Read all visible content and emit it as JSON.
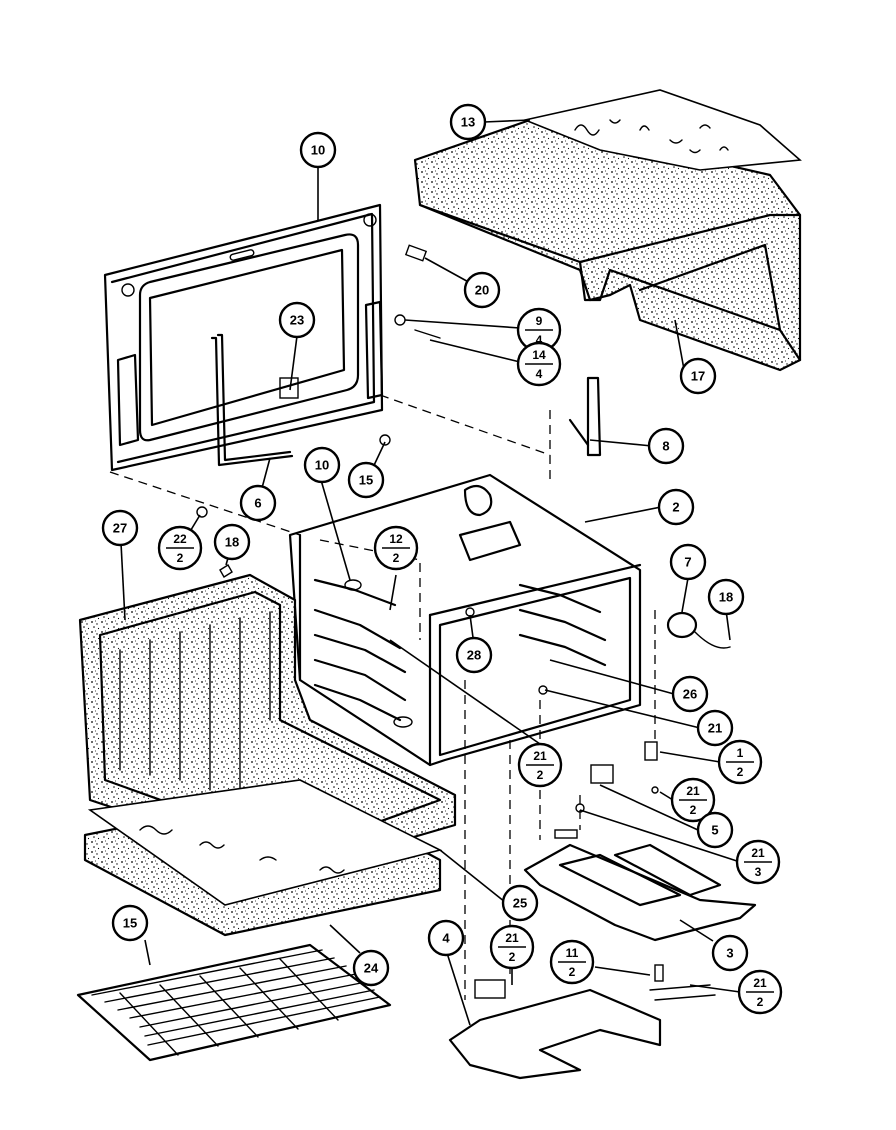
{
  "callouts": [
    {
      "id": "c13",
      "top": "13"
    },
    {
      "id": "c10a",
      "top": "10"
    },
    {
      "id": "c20",
      "top": "20"
    },
    {
      "id": "c23a",
      "top": "23"
    },
    {
      "id": "c9",
      "top": "9",
      "bottom": "4"
    },
    {
      "id": "c14",
      "top": "14",
      "bottom": "4"
    },
    {
      "id": "c17",
      "top": "17"
    },
    {
      "id": "c8",
      "top": "8"
    },
    {
      "id": "c15a",
      "top": "15"
    },
    {
      "id": "c6",
      "top": "6"
    },
    {
      "id": "c2",
      "top": "2"
    },
    {
      "id": "c27",
      "top": "27"
    },
    {
      "id": "c22",
      "top": "22",
      "bottom": "2"
    },
    {
      "id": "c18a",
      "top": "18"
    },
    {
      "id": "c10b",
      "top": "10"
    },
    {
      "id": "c12",
      "top": "12",
      "bottom": "2"
    },
    {
      "id": "c7",
      "top": "7"
    },
    {
      "id": "c18b",
      "top": "18"
    },
    {
      "id": "c28",
      "top": "28"
    },
    {
      "id": "c26",
      "top": "26"
    },
    {
      "id": "c21a",
      "top": "21"
    },
    {
      "id": "c21b",
      "top": "21",
      "bottom": "2"
    },
    {
      "id": "c1",
      "top": "1",
      "bottom": "2"
    },
    {
      "id": "c21c",
      "top": "21",
      "bottom": "2"
    },
    {
      "id": "c5",
      "top": "5"
    },
    {
      "id": "c21d",
      "top": "21",
      "bottom": "3"
    },
    {
      "id": "c25",
      "top": "25"
    },
    {
      "id": "c3",
      "top": "3"
    },
    {
      "id": "c15b",
      "top": "15"
    },
    {
      "id": "c24",
      "top": "24"
    },
    {
      "id": "c4",
      "top": "4"
    },
    {
      "id": "c21e",
      "top": "21",
      "bottom": "2"
    },
    {
      "id": "c11",
      "top": "11",
      "bottom": "2"
    },
    {
      "id": "c21f",
      "top": "21",
      "bottom": "2"
    }
  ]
}
